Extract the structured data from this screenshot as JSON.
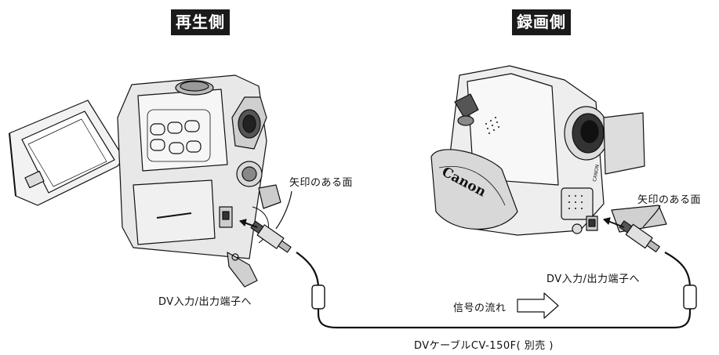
{
  "headings": {
    "playback_side": "再生側",
    "recording_side": "録画側"
  },
  "callouts": {
    "arrow_face_left": "矢印のある面",
    "arrow_face_right": "矢印のある面",
    "dv_terminal_left": "DV入力/出力端子へ",
    "dv_terminal_right": "DV入力/出力端子へ",
    "signal_flow": "信号の流れ",
    "cable_name": "DVケーブルCV-150F( 別売 )"
  },
  "brand_marks": {
    "camera_strap": "Canon",
    "camera_body": "CANON"
  },
  "colors": {
    "heading_bg": "#1a1a1a",
    "heading_text": "#ffffff",
    "line": "#111111"
  }
}
